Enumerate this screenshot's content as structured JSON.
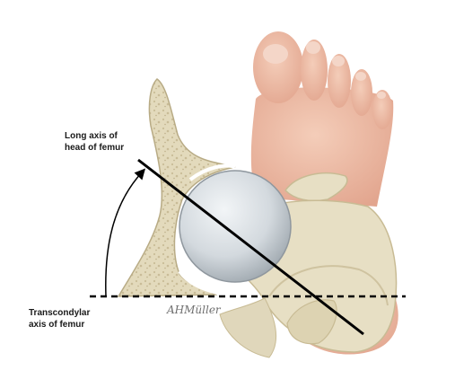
{
  "labels": {
    "long_axis": {
      "line1": "Long axis of",
      "line2": "head of femur"
    },
    "transcondylar": {
      "line1": "Transcondylar",
      "line2": "axis of femur"
    }
  },
  "signature": "AHMüller",
  "colors": {
    "skin": "#efc1ab",
    "skin_shadow": "#e2a58e",
    "nail": "#f4d6c8",
    "bone": "#e7dfc4",
    "bone_shadow": "#cfc3a0",
    "cancellous": "#ddd2b3",
    "femoral_head": "#d3d9de",
    "axis_line": "#000000"
  }
}
